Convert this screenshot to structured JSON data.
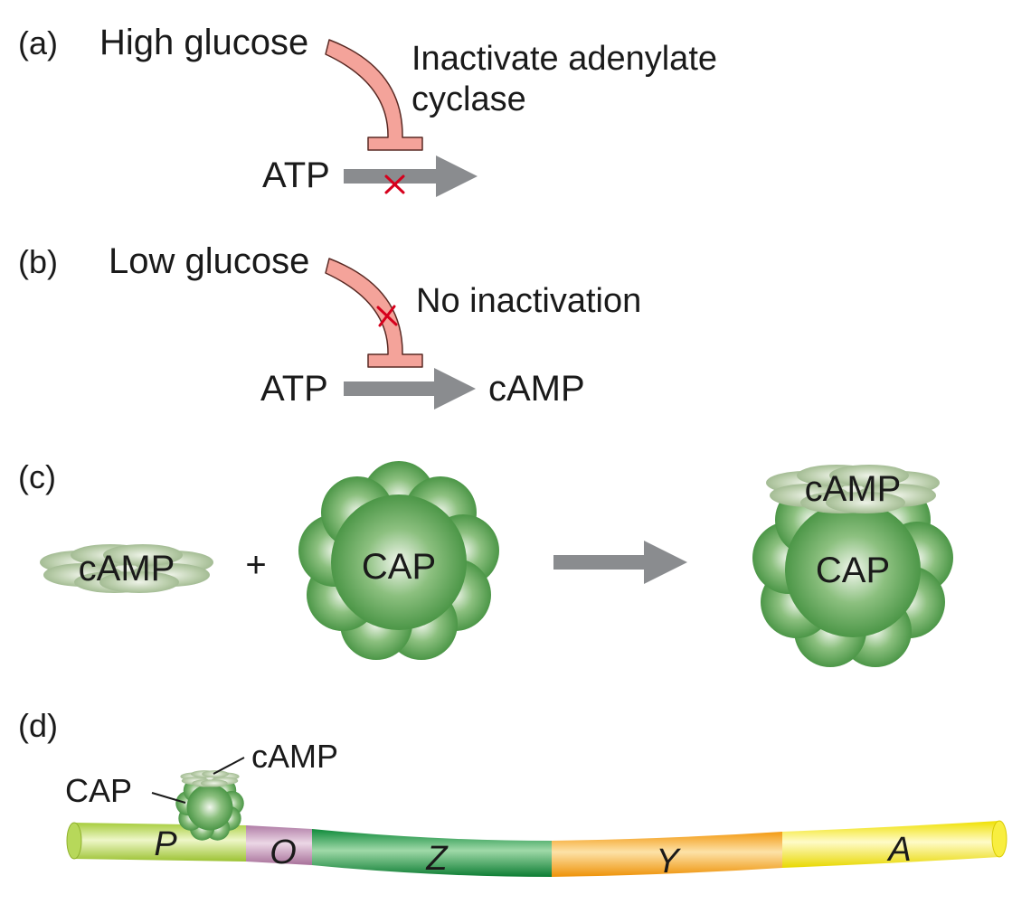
{
  "panels": {
    "a": {
      "tag": "(a)",
      "condition": "High glucose",
      "effect_line1": "Inactivate adenylate",
      "effect_line2": "cyclase",
      "substrate": "ATP"
    },
    "b": {
      "tag": "(b)",
      "condition": "Low glucose",
      "effect": "No inactivation",
      "substrate": "ATP",
      "product": "cAMP"
    },
    "c": {
      "tag": "(c)",
      "camp": "cAMP",
      "plus": "+",
      "cap": "CAP",
      "complex_camp": "cAMP",
      "complex_cap": "CAP"
    },
    "d": {
      "tag": "(d)",
      "camp": "cAMP",
      "cap": "CAP",
      "genes": [
        "P",
        "O",
        "Z",
        "Y",
        "A"
      ]
    }
  },
  "colors": {
    "inhibitor": "#f4a39a",
    "arrow": "#8a8c8f",
    "block_mark": "#d6001c",
    "cap_green": "#4f9a48",
    "camp_green": "#a9bf9c",
    "gene_P": "#c6e27a",
    "gene_O": "#c9a0bf",
    "gene_Z": "#2a9a4a",
    "gene_Y": "#f5a623",
    "gene_A": "#f4ea1a"
  }
}
